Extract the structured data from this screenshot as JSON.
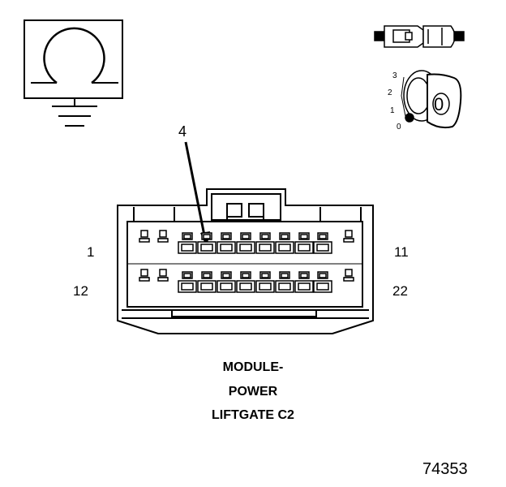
{
  "ohmmeter": {
    "icon": "ohm-symbol-ground-icon"
  },
  "probe": {
    "icon": "test-probe-icon"
  },
  "ignition": {
    "icon": "ignition-key-icon",
    "positions": [
      "3",
      "2",
      "1",
      "0"
    ],
    "key_label": "0"
  },
  "callout": {
    "label": "4"
  },
  "connector": {
    "icon": "connector-face-icon",
    "pin_labels": {
      "top_left": "1",
      "top_right": "11",
      "bottom_left": "12",
      "bottom_right": "22"
    }
  },
  "caption": {
    "line1": "MODULE-",
    "line2": "POWER",
    "line3": "LIFTGATE C2"
  },
  "figure_number": "74353"
}
